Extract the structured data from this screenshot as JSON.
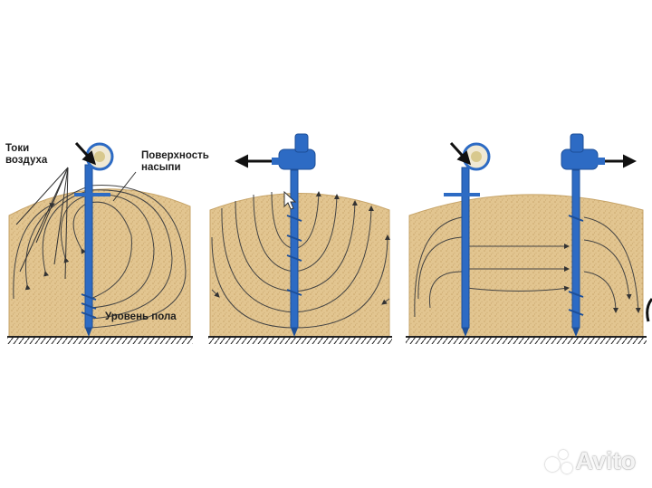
{
  "labels": {
    "air_currents_line1": "Токи",
    "air_currents_line2": "воздуха",
    "surface_line1": "Поверхность",
    "surface_line2": "насыпи",
    "floor_level": "Уровень пола"
  },
  "watermark": {
    "text": "Avito",
    "icon": "avito-dots-icon"
  },
  "colors": {
    "grain": "#e2c590",
    "grain_dark": "#c9a56a",
    "device": "#2d6bc4",
    "device_dark": "#1d4f99",
    "arrow": "#333333",
    "ground": "#222222"
  },
  "panels": [
    {
      "name": "panel-1",
      "fan": "blower-wheel-icon",
      "flow": "inward-to-probe"
    },
    {
      "name": "panel-2",
      "fan": "suction-fan-icon",
      "flow": "suction-outward"
    },
    {
      "name": "panel-3",
      "fan": "mixed",
      "flow": "probe-to-probe"
    }
  ]
}
